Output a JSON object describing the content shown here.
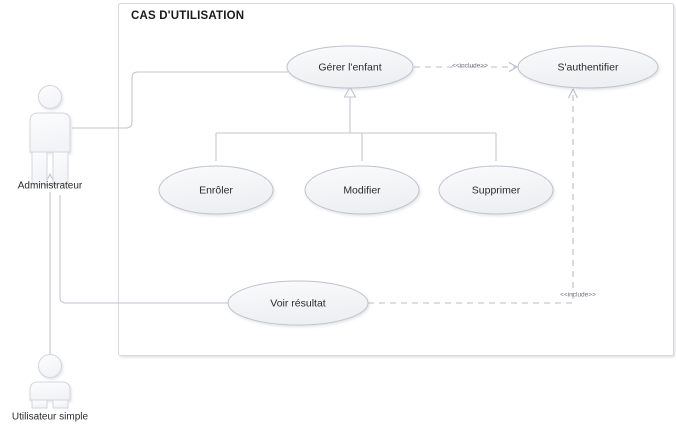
{
  "diagram": {
    "type": "uml-use-case",
    "frame_title": "CAS D'UTILISATION",
    "colors": {
      "shape_fill": "#f4f5f7",
      "shape_stroke": "#bfc3cc",
      "connector": "#c3c6cf",
      "dashed_connector": "#b9bcc6",
      "frame_stroke": "#d6d8dd",
      "text": "#2b2b2b",
      "background": "#ffffff"
    }
  },
  "actors": [
    {
      "id": "administrateur",
      "label": "Administrateur"
    },
    {
      "id": "utilisateur-simple",
      "label": "Utilisateur simple"
    }
  ],
  "use_cases": [
    {
      "id": "gerer-enfant",
      "label": "Gérer l'enfant"
    },
    {
      "id": "s-authentifier",
      "label": "S'authentifier"
    },
    {
      "id": "enroler",
      "label": "Enrôler"
    },
    {
      "id": "modifier",
      "label": "Modifier"
    },
    {
      "id": "supprimer",
      "label": "Supprimer"
    },
    {
      "id": "voir-resultat",
      "label": "Voir résultat"
    }
  ],
  "relations": [
    {
      "id": "include-gerer-auth",
      "type": "include",
      "stereotype": "<<include>>",
      "from": "gerer-enfant",
      "to": "s-authentifier"
    },
    {
      "id": "include-voir-auth",
      "type": "include",
      "stereotype": "<<include>>",
      "from": "voir-resultat",
      "to": "s-authentifier"
    },
    {
      "id": "gen-enroler",
      "type": "generalization",
      "from": "enroler",
      "to": "gerer-enfant"
    },
    {
      "id": "gen-modifier",
      "type": "generalization",
      "from": "modifier",
      "to": "gerer-enfant"
    },
    {
      "id": "gen-supprimer",
      "type": "generalization",
      "from": "supprimer",
      "to": "gerer-enfant"
    },
    {
      "id": "gen-actors",
      "type": "generalization",
      "from": "utilisateur-simple",
      "to": "administrateur"
    },
    {
      "id": "assoc-admin-gerer",
      "type": "association",
      "from": "administrateur",
      "to": "gerer-enfant"
    },
    {
      "id": "assoc-admin-voir",
      "type": "association",
      "from": "administrateur",
      "to": "voir-resultat"
    }
  ]
}
